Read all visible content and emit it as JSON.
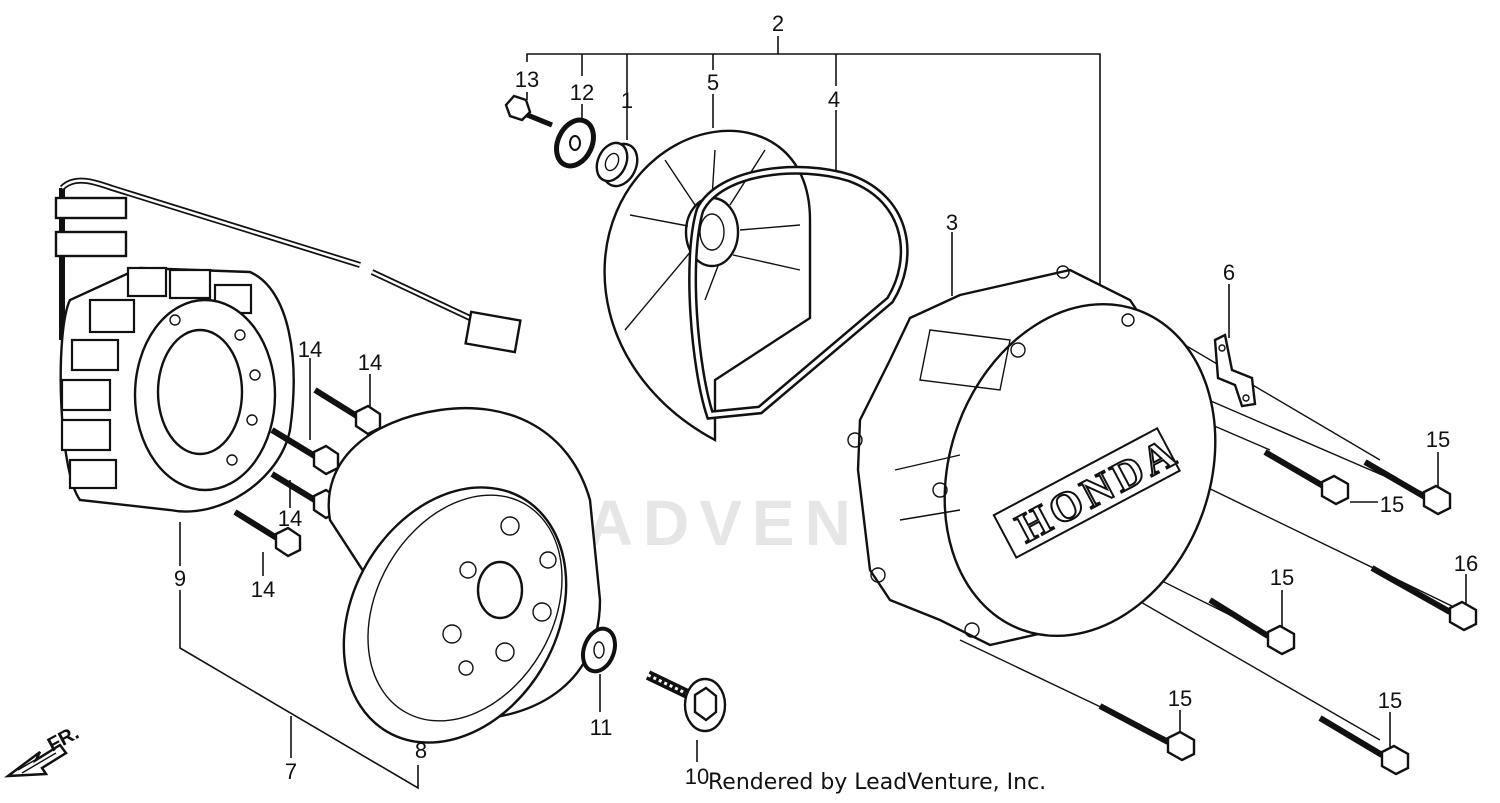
{
  "diagram": {
    "watermark": "LEADVENTURE",
    "brand_text": "HONDA",
    "direction_label": "FR.",
    "credit": "Rendered by LeadVenture, Inc.",
    "labels": {
      "p1": "1",
      "p2": "2",
      "p3": "3",
      "p4": "4",
      "p5": "5",
      "p6": "6",
      "p7": "7",
      "p8": "8",
      "p9": "9",
      "p10": "10",
      "p11": "11",
      "p12": "12",
      "p13": "13",
      "p14a": "14",
      "p14b": "14",
      "p14c": "14",
      "p14d": "14",
      "p15a": "15",
      "p15b": "15",
      "p15c": "15",
      "p15d": "15",
      "p15e": "15",
      "p16": "16"
    }
  }
}
